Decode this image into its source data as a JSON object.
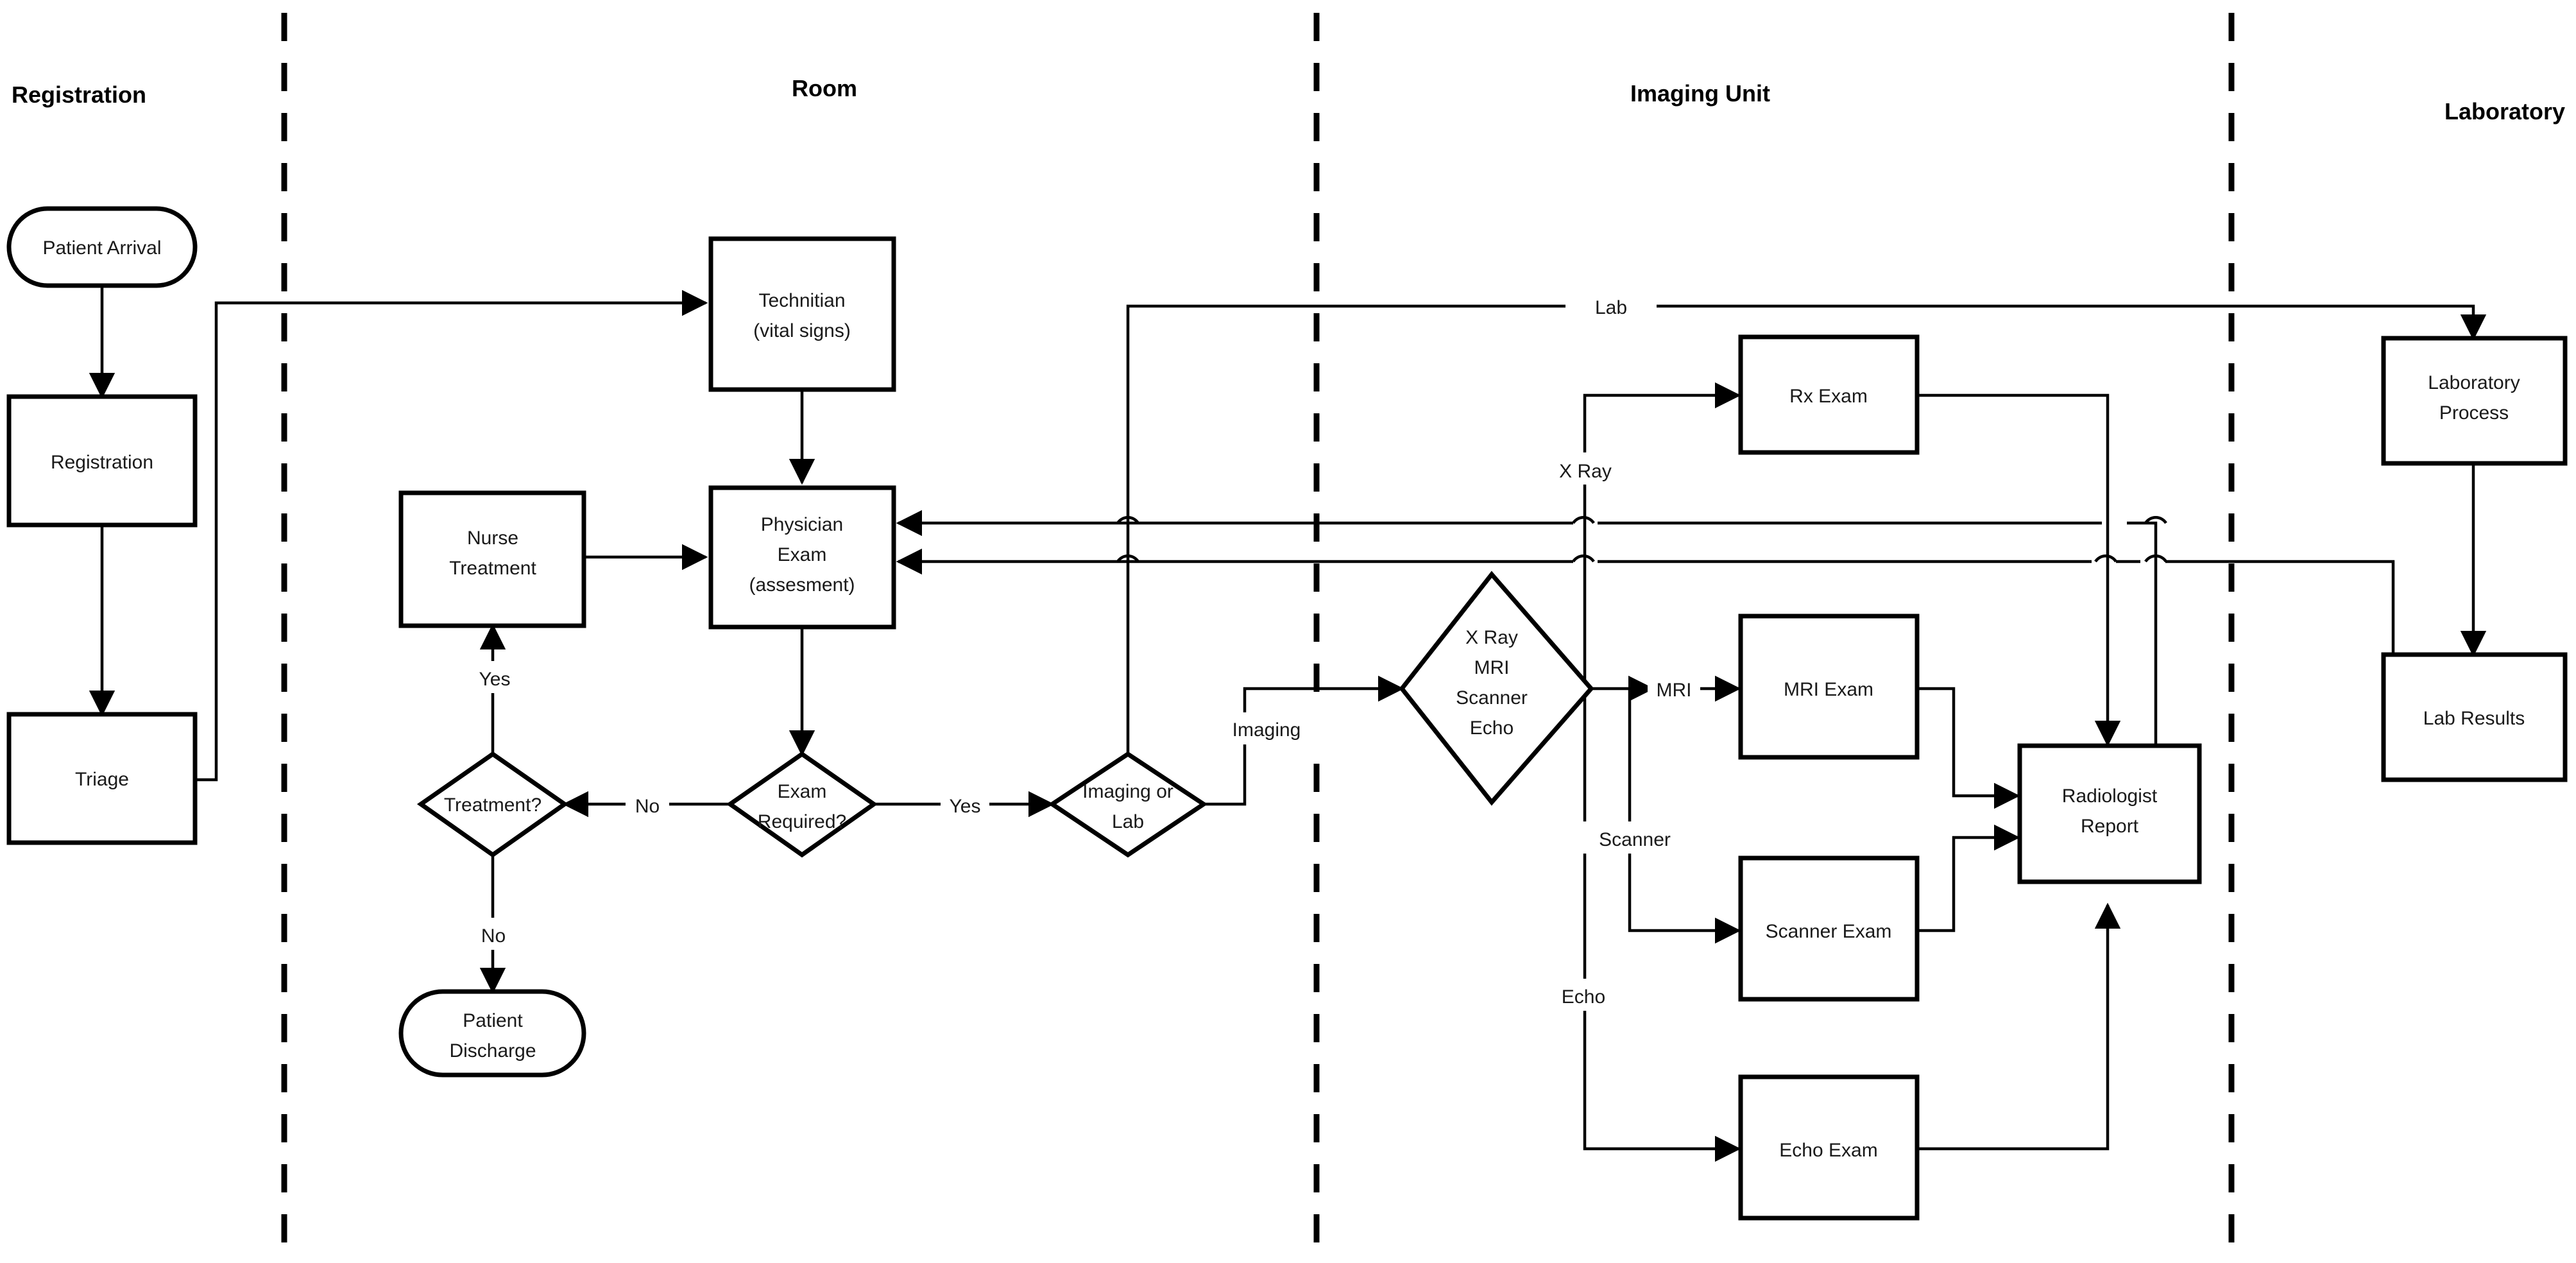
{
  "diagram": {
    "title": "Emergency Department Patient Flow Swimlane Diagram",
    "type": "swimlane-flowchart"
  },
  "lanes": [
    {
      "id": "registration",
      "label": "Registration"
    },
    {
      "id": "room",
      "label": "Room"
    },
    {
      "id": "imaging",
      "label": "Imaging Unit"
    },
    {
      "id": "laboratory",
      "label": "Laboratory"
    }
  ],
  "nodes": {
    "patient_arrival": {
      "label": "Patient Arrival",
      "shape": "terminator",
      "lane": "registration"
    },
    "registration": {
      "label": "Registration",
      "shape": "process",
      "lane": "registration"
    },
    "triage": {
      "label": "Triage",
      "shape": "process",
      "lane": "registration"
    },
    "technitian_line1": {
      "label": "Technitian",
      "shape": "process",
      "lane": "room"
    },
    "technitian_line2": {
      "label": "(vital signs)",
      "shape": "process",
      "lane": "room"
    },
    "nurse_line1": {
      "label": "Nurse",
      "shape": "process",
      "lane": "room"
    },
    "nurse_line2": {
      "label": "Treatment",
      "shape": "process",
      "lane": "room"
    },
    "physician_line1": {
      "label": "Physician",
      "shape": "process",
      "lane": "room"
    },
    "physician_line2": {
      "label": "Exam",
      "shape": "process",
      "lane": "room"
    },
    "physician_line3": {
      "label": "(assesment)",
      "shape": "process",
      "lane": "room"
    },
    "treatment_q": {
      "label": "Treatment?",
      "shape": "decision",
      "lane": "room"
    },
    "exam_req_line1": {
      "label": "Exam",
      "shape": "decision",
      "lane": "room"
    },
    "exam_req_line2": {
      "label": "Required?",
      "shape": "decision",
      "lane": "room"
    },
    "imaging_or_lab_line1": {
      "label": "Imaging or",
      "shape": "decision",
      "lane": "room"
    },
    "imaging_or_lab_line2": {
      "label": "Lab",
      "shape": "decision",
      "lane": "room"
    },
    "discharge_line1": {
      "label": "Patient",
      "shape": "terminator",
      "lane": "room"
    },
    "discharge_line2": {
      "label": "Discharge",
      "shape": "terminator",
      "lane": "room"
    },
    "modality_line1": {
      "label": "X Ray",
      "shape": "decision",
      "lane": "imaging"
    },
    "modality_line2": {
      "label": "MRI",
      "shape": "decision",
      "lane": "imaging"
    },
    "modality_line3": {
      "label": "Scanner",
      "shape": "decision",
      "lane": "imaging"
    },
    "modality_line4": {
      "label": "Echo",
      "shape": "decision",
      "lane": "imaging"
    },
    "rx_exam": {
      "label": "Rx Exam",
      "shape": "process",
      "lane": "imaging"
    },
    "mri_exam": {
      "label": "MRI Exam",
      "shape": "process",
      "lane": "imaging"
    },
    "scanner_exam": {
      "label": "Scanner Exam",
      "shape": "process",
      "lane": "imaging"
    },
    "echo_exam": {
      "label": "Echo Exam",
      "shape": "process",
      "lane": "imaging"
    },
    "radiologist_line1": {
      "label": "Radiologist",
      "shape": "process",
      "lane": "imaging"
    },
    "radiologist_line2": {
      "label": "Report",
      "shape": "process",
      "lane": "imaging"
    },
    "lab_process_line1": {
      "label": "Laboratory",
      "shape": "process",
      "lane": "laboratory"
    },
    "lab_process_line2": {
      "label": "Process",
      "shape": "process",
      "lane": "laboratory"
    },
    "lab_results": {
      "label": "Lab Results",
      "shape": "process",
      "lane": "laboratory"
    }
  },
  "edge_labels": {
    "lab": "Lab",
    "x_ray": "X Ray",
    "mri": "MRI",
    "scanner": "Scanner",
    "echo": "Echo",
    "imaging": "Imaging",
    "yes_treatment": "Yes",
    "no_treatment": "No",
    "no_exam": "No",
    "yes_exam": "Yes"
  },
  "colors": {
    "stroke": "#000000",
    "fill": "#ffffff",
    "text": "#1a1a1a",
    "background": "#ffffff"
  },
  "chart_data": {
    "type": "diagram",
    "title": "Emergency Department Patient Flow",
    "lanes": [
      "Registration",
      "Room",
      "Imaging Unit",
      "Laboratory"
    ],
    "nodes": [
      "Patient Arrival",
      "Registration",
      "Triage",
      "Technitian (vital signs)",
      "Nurse Treatment",
      "Physician Exam (assesment)",
      "Treatment?",
      "Exam Required?",
      "Imaging or Lab",
      "Patient Discharge",
      "X Ray MRI Scanner Echo",
      "Rx Exam",
      "MRI Exam",
      "Scanner Exam",
      "Echo Exam",
      "Radiologist Report",
      "Laboratory Process",
      "Lab Results"
    ],
    "edges": [
      {
        "from": "Patient Arrival",
        "to": "Registration",
        "label": ""
      },
      {
        "from": "Registration",
        "to": "Triage",
        "label": ""
      },
      {
        "from": "Triage",
        "to": "Technitian (vital signs)",
        "label": ""
      },
      {
        "from": "Technitian (vital signs)",
        "to": "Physician Exam (assesment)",
        "label": ""
      },
      {
        "from": "Nurse Treatment",
        "to": "Physician Exam (assesment)",
        "label": ""
      },
      {
        "from": "Physician Exam (assesment)",
        "to": "Exam Required?",
        "label": ""
      },
      {
        "from": "Exam Required?",
        "to": "Treatment?",
        "label": "No"
      },
      {
        "from": "Exam Required?",
        "to": "Imaging or Lab",
        "label": "Yes"
      },
      {
        "from": "Treatment?",
        "to": "Nurse Treatment",
        "label": "Yes"
      },
      {
        "from": "Treatment?",
        "to": "Patient Discharge",
        "label": "No"
      },
      {
        "from": "Imaging or Lab",
        "to": "X Ray MRI Scanner Echo",
        "label": "Imaging"
      },
      {
        "from": "Imaging or Lab",
        "to": "Laboratory Process",
        "label": "Lab"
      },
      {
        "from": "X Ray MRI Scanner Echo",
        "to": "Rx Exam",
        "label": "X Ray"
      },
      {
        "from": "X Ray MRI Scanner Echo",
        "to": "MRI Exam",
        "label": "MRI"
      },
      {
        "from": "X Ray MRI Scanner Echo",
        "to": "Scanner Exam",
        "label": "Scanner"
      },
      {
        "from": "X Ray MRI Scanner Echo",
        "to": "Echo Exam",
        "label": "Echo"
      },
      {
        "from": "Rx Exam",
        "to": "Radiologist Report",
        "label": ""
      },
      {
        "from": "MRI Exam",
        "to": "Radiologist Report",
        "label": ""
      },
      {
        "from": "Scanner Exam",
        "to": "Radiologist Report",
        "label": ""
      },
      {
        "from": "Echo Exam",
        "to": "Radiologist Report",
        "label": ""
      },
      {
        "from": "Radiologist Report",
        "to": "Physician Exam (assesment)",
        "label": ""
      },
      {
        "from": "Laboratory Process",
        "to": "Lab Results",
        "label": ""
      },
      {
        "from": "Lab Results",
        "to": "Physician Exam (assesment)",
        "label": ""
      }
    ]
  }
}
